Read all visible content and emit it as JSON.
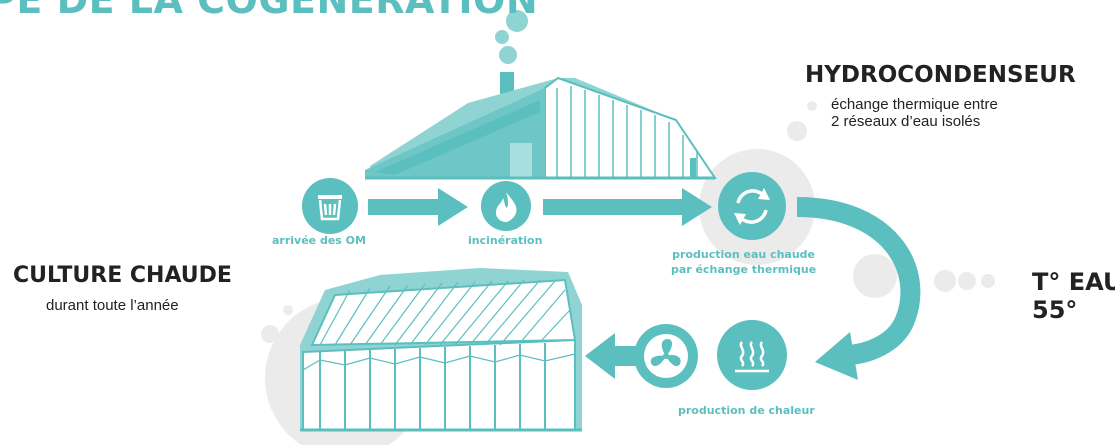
{
  "title": "CIPE DE LA COGÉNÉRATION",
  "hydrocondenseur": {
    "heading": "HYDROCONDENSEUR",
    "description_line1": "échange thermique entre",
    "description_line2": "2 réseaux d’eau isolés"
  },
  "culture": {
    "heading": "CULTURE CHAUDE",
    "description": "durant toute l’année"
  },
  "temperature": {
    "line1": "T° EAU",
    "line2": "55°"
  },
  "steps": {
    "arrivee": "arrivée des OM",
    "incineration": "incinération",
    "production_line1": "production eau chaude",
    "production_line2": "par échange thermique",
    "chaleur": "production de chaleur"
  },
  "icons": [
    "trash-icon",
    "flame-icon",
    "recycle-arrows-icon",
    "heat-waves-icon",
    "fan-icon"
  ],
  "colors": {
    "teal": "#5cbfbf",
    "light_teal": "#8fd3d3",
    "grey_bubble": "#ebebeb",
    "text": "#222222"
  }
}
